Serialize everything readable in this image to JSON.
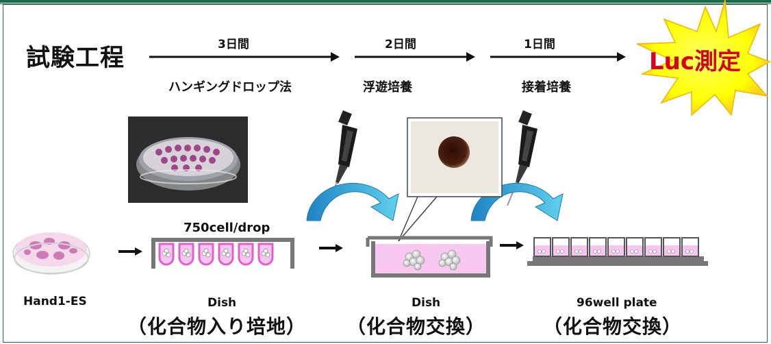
{
  "header": {
    "title": "試験工程",
    "final_step": "Luc測定"
  },
  "timeline": [
    {
      "duration": "3日間",
      "method": "ハンギングドロップ法"
    },
    {
      "duration": "2日間",
      "method": "浮遊培養"
    },
    {
      "duration": "1日間",
      "method": "接着培養"
    }
  ],
  "stages": {
    "start_label": "Hand1-ES",
    "drop_label": "750cell/drop",
    "dish1_label": "Dish",
    "dish1_note": "（化合物入り培地）",
    "dish2_label": "Dish",
    "dish2_note": "（化合物交換）",
    "plate_label": "96well plate",
    "plate_note": "（化合物交換）"
  },
  "colors": {
    "border": "#1a6b4a",
    "medium": "#f6c6ee",
    "well_rim": "#e060c8",
    "curve_arrow": "#2aa8d8",
    "starburst": "#ffff00"
  }
}
